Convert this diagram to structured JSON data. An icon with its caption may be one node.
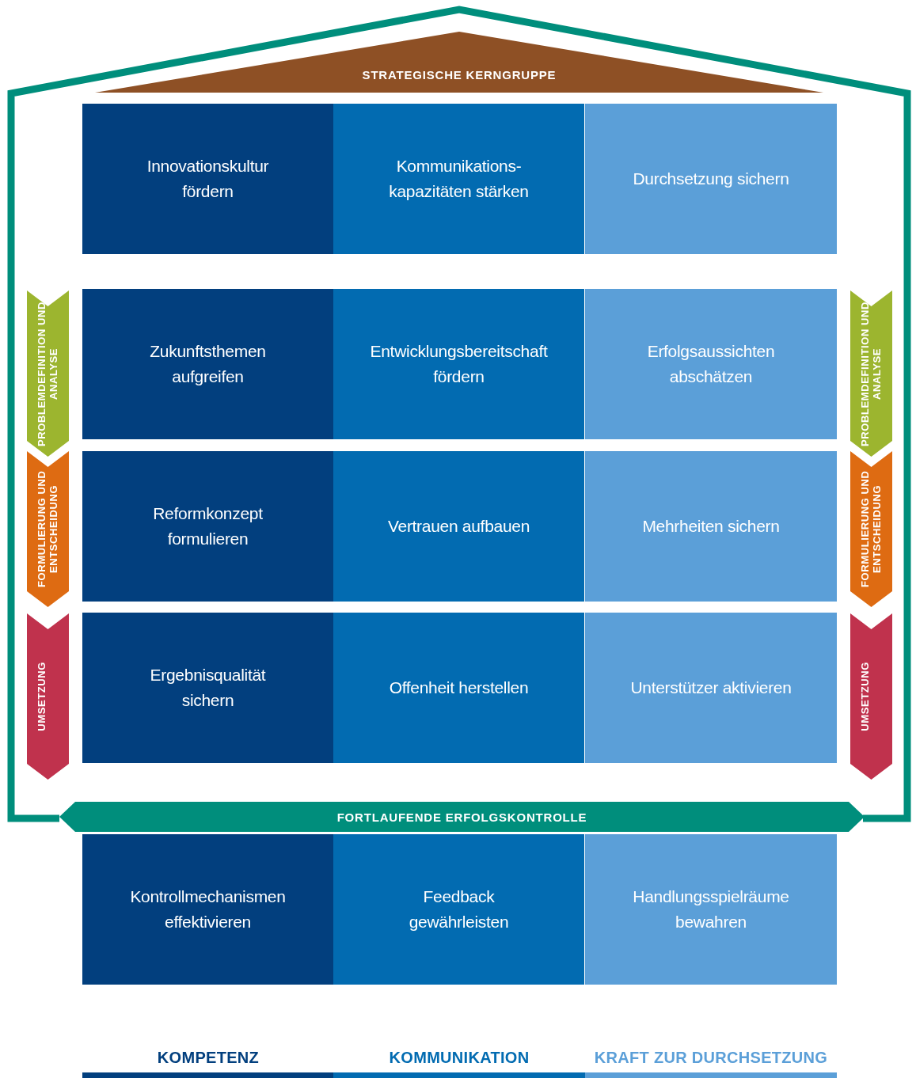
{
  "diagram": {
    "nodes": [
      {
        "text": [
          "STRATEGISCHE KERNGRUPPE"
        ]
      },
      {
        "text": [
          "Innovationskultur fördern"
        ]
      },
      {
        "text": [
          "Kommunikations- kapazitäten stärken"
        ]
      },
      {
        "text": [
          "Durchsetzung sichern"
        ]
      },
      {
        "text": [
          "PROBLEMDEFINITION UND ANALYSE"
        ]
      },
      {
        "text": [
          "FORMULIERUNG UND ENTSCHEIDUNG"
        ]
      },
      {
        "text": [
          "UMSETZUNG"
        ]
      },
      {
        "text": [
          "Zukunftsthemen aufgreifen"
        ]
      },
      {
        "text": [
          "Entwicklungsbereitschaft fördern"
        ]
      },
      {
        "text": [
          "Erfolgsaussichten abschätzen"
        ]
      },
      {
        "text": [
          "Reformkonzept formulieren"
        ]
      },
      {
        "text": [
          "Vertrauen aufbauen"
        ]
      },
      {
        "text": [
          "Mehrheiten sichern"
        ]
      },
      {
        "text": [
          "Ergebnisqualität sichern"
        ]
      },
      {
        "text": [
          "Offenheit herstellen"
        ]
      },
      {
        "text": [
          "Unterstützer aktivieren"
        ]
      },
      {
        "text": [
          "PROBLEMDEFINITION UND ANALYSE"
        ]
      },
      {
        "text": [
          "FORMULIERUNG UND ENTSCHEIDUNG"
        ]
      },
      {
        "text": [
          "UMSETZUNG"
        ]
      },
      {
        "text": [
          "FORTLAUFENDE ERFOLGSKONTROLLE"
        ]
      },
      {
        "text": [
          "Kontrollmechanismen effektivieren"
        ]
      },
      {
        "text": [
          "Feedback gewährleisten"
        ]
      },
      {
        "text": [
          "Handlungsspielräume bewahren"
        ]
      }
    ],
    "labels": [
      "KOMPETENZ",
      "KOMMUNIKATION",
      "KRAFT ZUR DURCHSETZUNG"
    ]
  }
}
